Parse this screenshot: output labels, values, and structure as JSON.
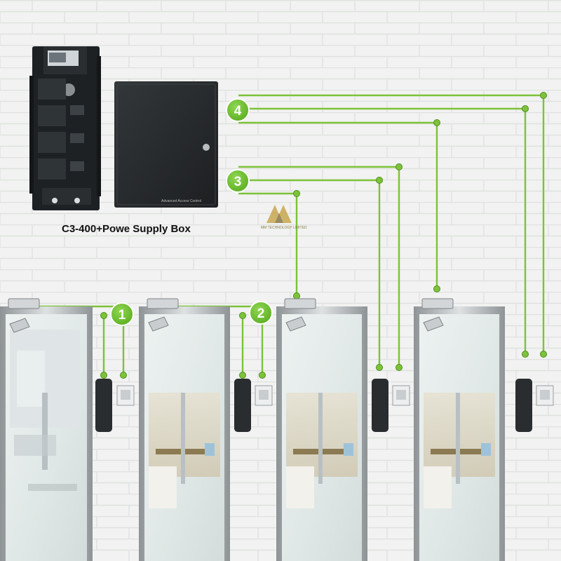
{
  "caption": "C3-400+Powe Supply Box",
  "box_label": "Advanced Access Control",
  "watermark": {
    "line1": "MM TECHNOLOGY LIMITED"
  },
  "badges": {
    "one": "1",
    "two": "2",
    "three": "3",
    "four": "4"
  },
  "colors": {
    "wire": "#7dc23a",
    "badge": "#6fbf2e",
    "board": "#1e2124",
    "box": "#26292b",
    "wall": "#f1f2f1",
    "brick_line": "#e1e3e1",
    "frame": "#b5b9bc",
    "glass": "#e4eceb"
  },
  "icons": {
    "lock": "electromagnetic-lock-icon",
    "camera": "camera-icon",
    "reader": "card-reader-icon",
    "exit": "exit-button-icon"
  }
}
